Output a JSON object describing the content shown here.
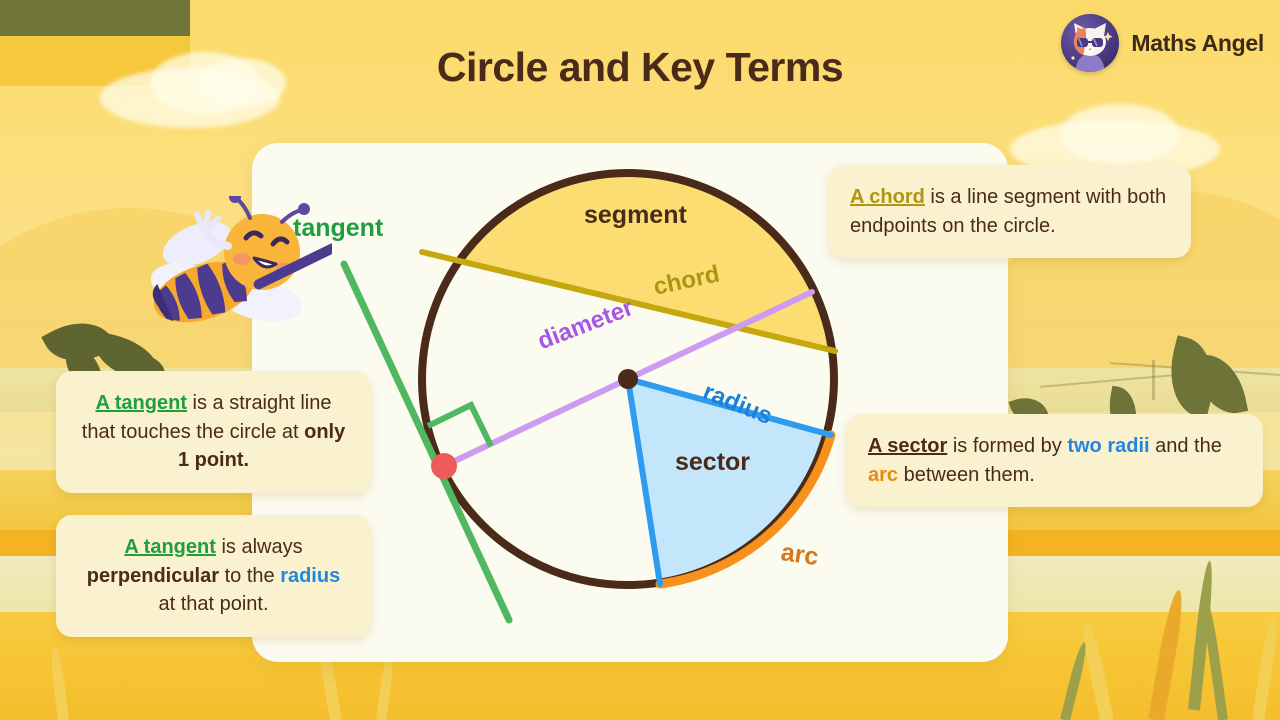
{
  "header": {
    "title": "Circle and Key Terms",
    "brand_name": "Maths Angel",
    "brand_icon": "cat-mascot-logo"
  },
  "diagram": {
    "labels": {
      "tangent": "tangent",
      "segment": "segment",
      "chord": "chord",
      "diameter": "diameter",
      "radius": "radius",
      "sector": "sector",
      "arc": "arc"
    },
    "colors": {
      "circle_outline": "#4A2A18",
      "segment_fill": "#FBDD72",
      "chord_line": "#C5A80D",
      "diameter_line": "#CE9BF2",
      "radius_line": "#2D9BEF",
      "sector_fill": "#C3E6FA",
      "arc_line": "#F7911D",
      "tangent_line": "#4FB860",
      "tangent_point": "#EE5A58",
      "right_angle_marker": "#4FB860",
      "center_dot": "#4A2A18"
    },
    "mascot": "bee-with-pointer"
  },
  "callouts": [
    {
      "id": "chord",
      "term": "A chord",
      "term_style": "olive",
      "rest": " is a line segment with both endpoints on the circle."
    },
    {
      "id": "sector",
      "term": "A sector",
      "term_style": "brown",
      "part1": " is formed by ",
      "emph1": "two radii",
      "part2": " and the ",
      "emph2": "arc",
      "part3": " between them."
    },
    {
      "id": "tangent-definition",
      "term": "A tangent",
      "term_style": "green",
      "part1": " is a straight line that touches the circle at ",
      "emph1": "only 1 point."
    },
    {
      "id": "tangent-perpendicular",
      "term": "A tangent",
      "term_style": "green",
      "part1": " is always ",
      "emph1": "perpendicular",
      "part2": " to the ",
      "emph2": "radius",
      "part3": " at that point."
    }
  ]
}
